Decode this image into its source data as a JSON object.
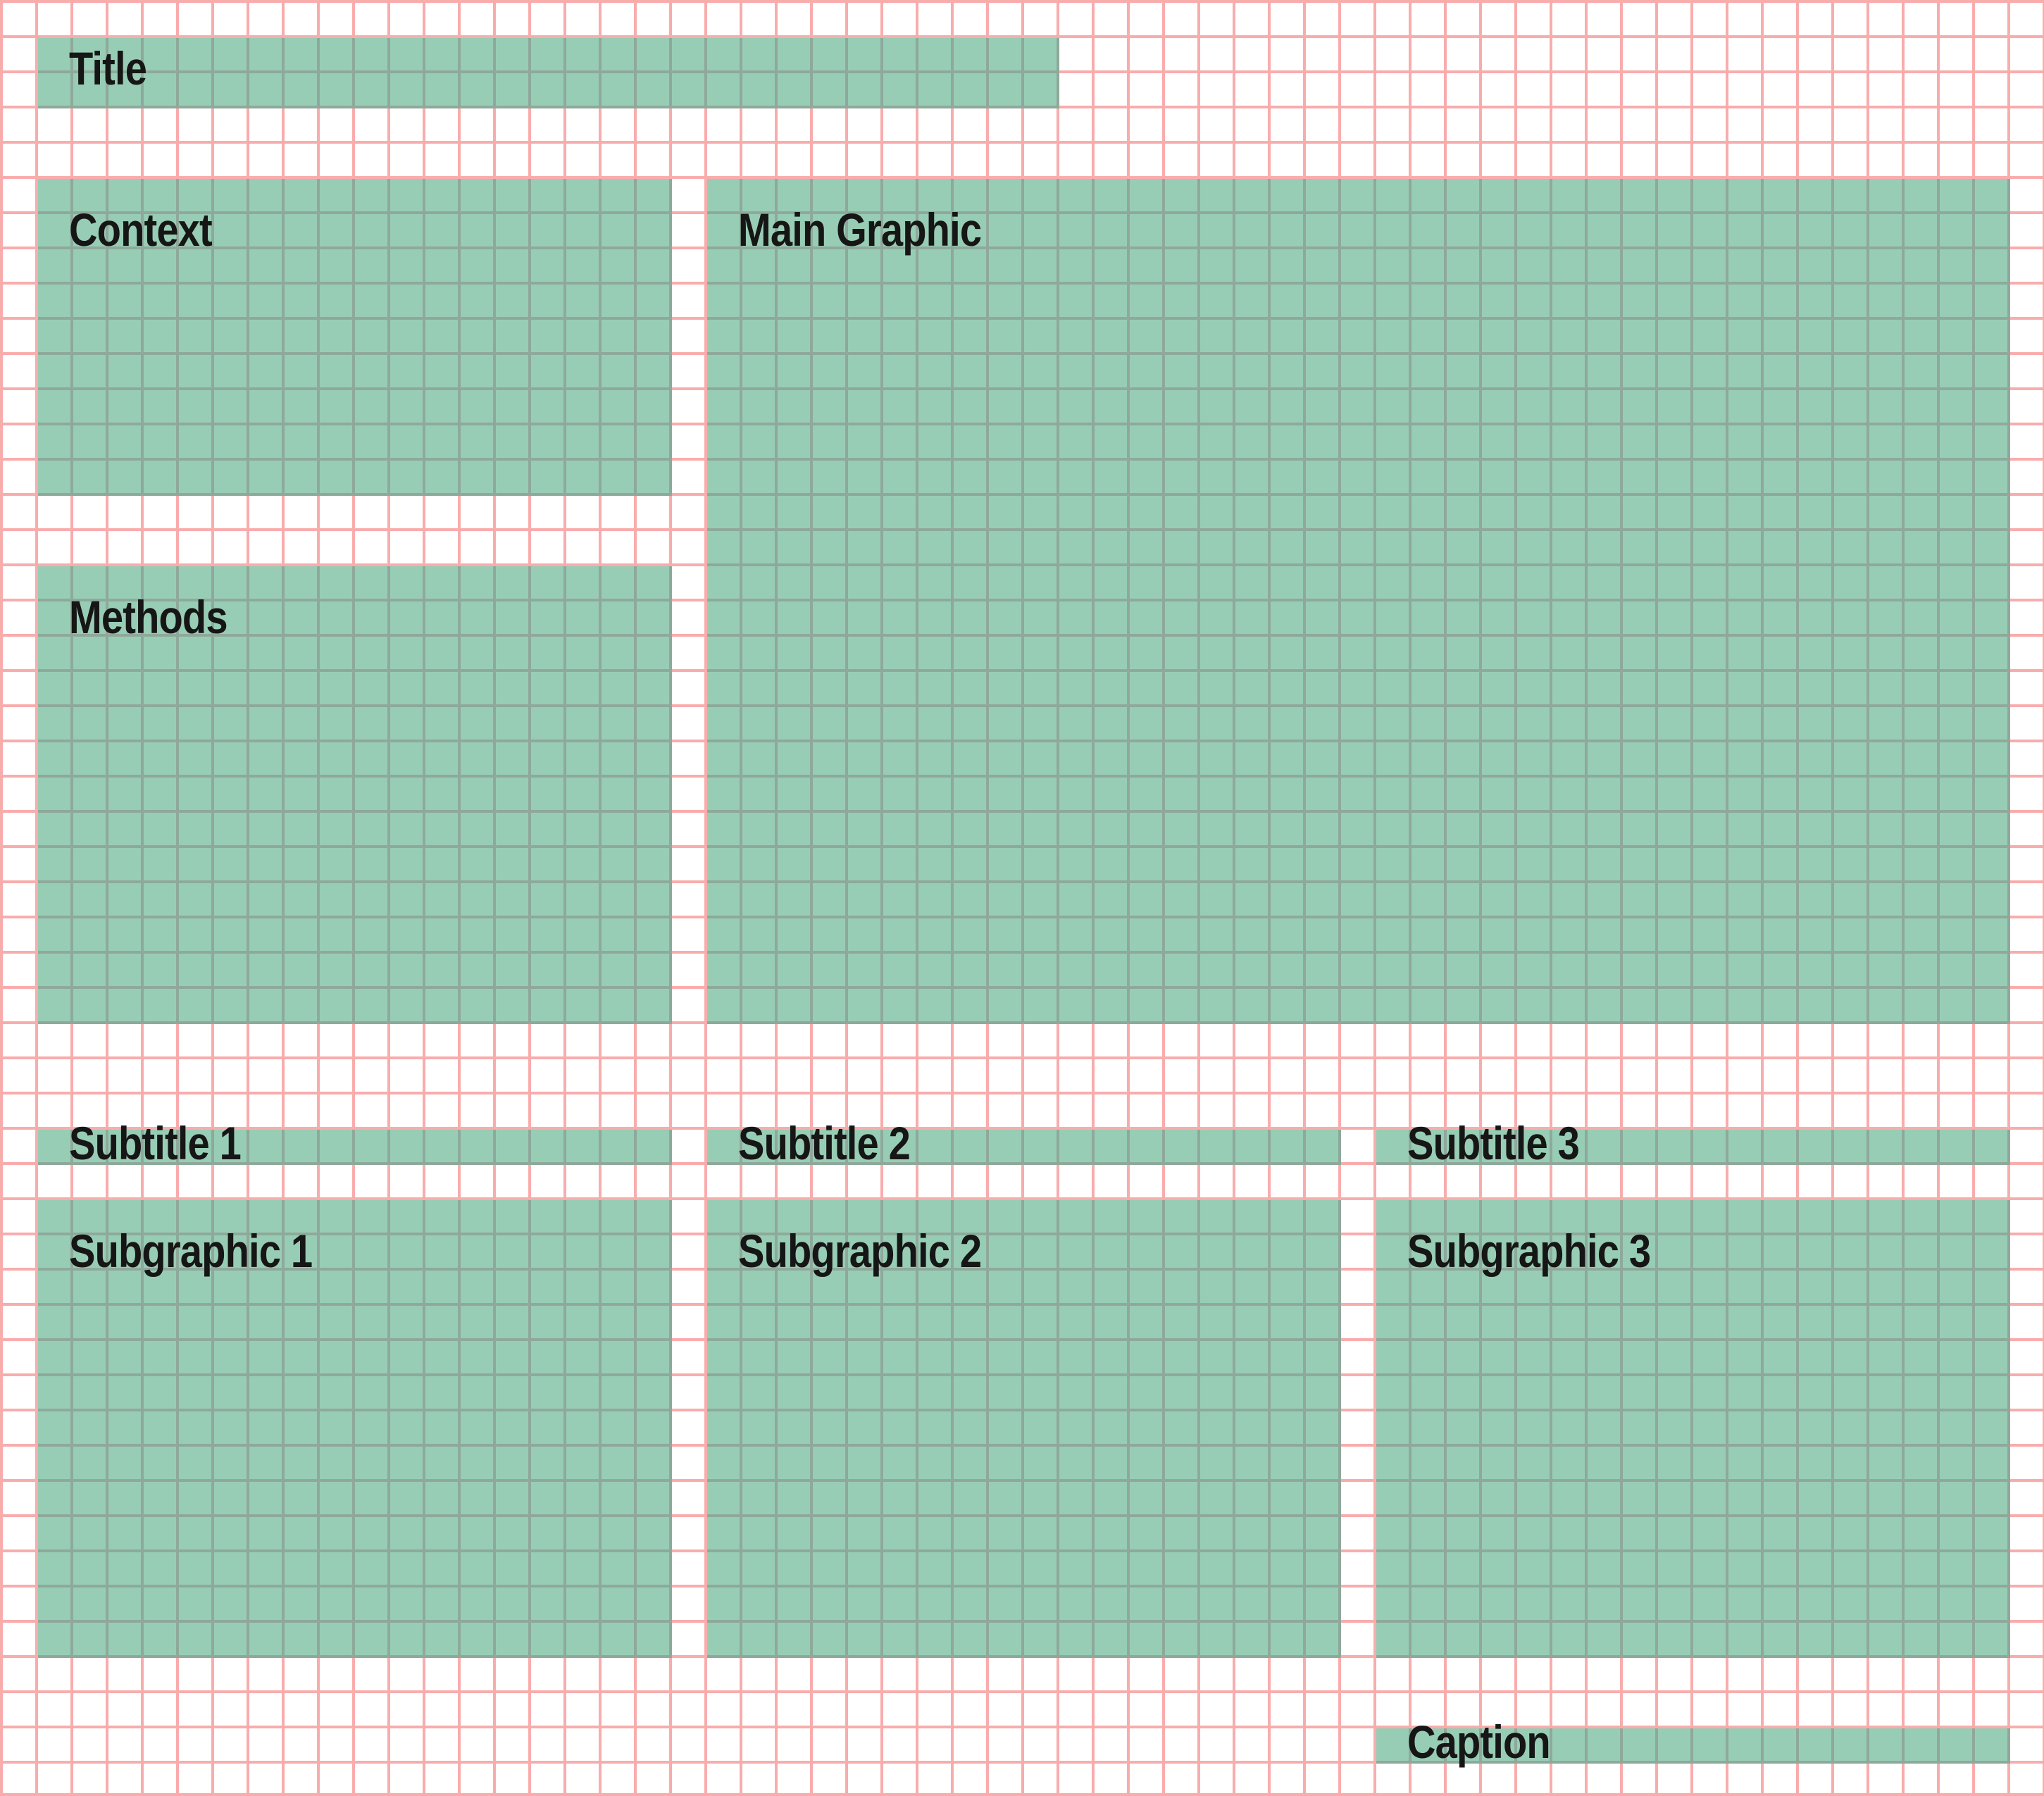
{
  "colors": {
    "grid-pink": "#f9acac",
    "block-green": "#98cdb5",
    "block-grid": "#8ea99b",
    "ink": "#161616",
    "bg": "#ffffff"
  },
  "blocks": {
    "title": {
      "label": "Title"
    },
    "context": {
      "label": "Context"
    },
    "main_graphic": {
      "label": "Main Graphic"
    },
    "methods": {
      "label": "Methods"
    },
    "subtitle_1": {
      "label": "Subtitle 1"
    },
    "subtitle_2": {
      "label": "Subtitle 2"
    },
    "subtitle_3": {
      "label": "Subtitle 3"
    },
    "subgraphic_1": {
      "label": "Subgraphic 1"
    },
    "subgraphic_2": {
      "label": "Subgraphic 2"
    },
    "subgraphic_3": {
      "label": "Subgraphic 3"
    },
    "caption": {
      "label": "Caption"
    }
  }
}
